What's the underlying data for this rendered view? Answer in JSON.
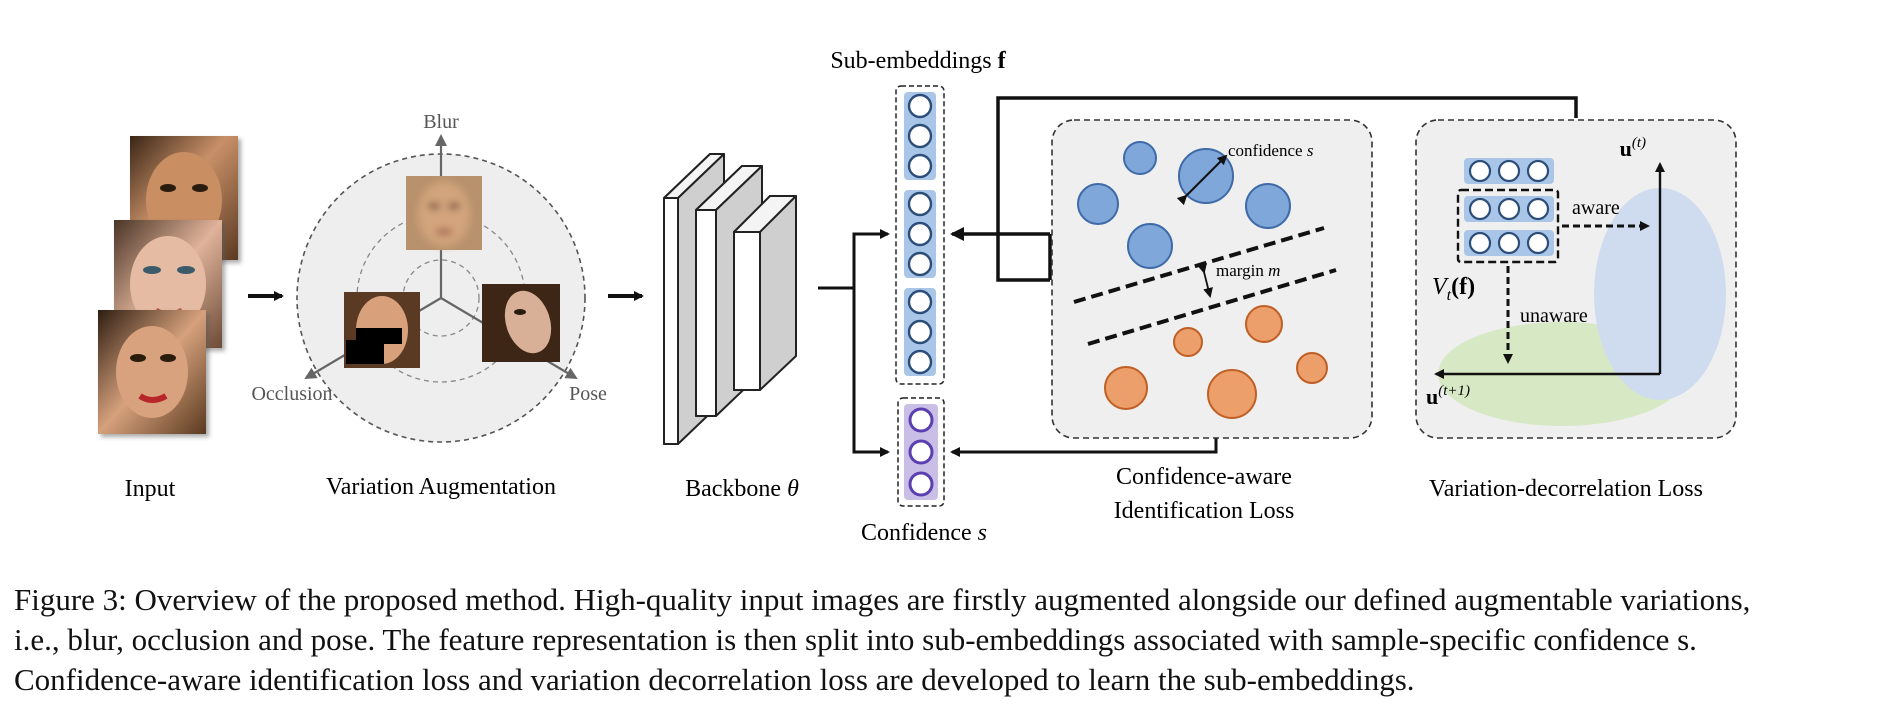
{
  "input": {
    "label": "Input"
  },
  "augmentation": {
    "label": "Variation Augmentation",
    "axis_blur": "Blur",
    "axis_occlusion": "Occlusion",
    "axis_pose": "Pose"
  },
  "backbone": {
    "label": "Backbone",
    "symbol": "θ"
  },
  "embeddings": {
    "label": "Sub-embeddings",
    "symbol": "f"
  },
  "confidence": {
    "label": "Confidence",
    "symbol": "s"
  },
  "identification": {
    "annotation_confidence": "confidence",
    "annotation_confidence_symbol": "s",
    "annotation_margin": "margin",
    "annotation_margin_symbol": "m",
    "label_line1": "Confidence-aware",
    "label_line2": "Identification Loss"
  },
  "decorrelation": {
    "aware": "aware",
    "unaware": "unaware",
    "vt_text": "V",
    "vt_sub": "t",
    "vt_arg": "(f)",
    "u_top": "u",
    "u_top_sup": "(t)",
    "u_bottom": "u",
    "u_bottom_sup": "(t+1)",
    "label": "Variation-decorrelation Loss"
  },
  "colors": {
    "embed_fill": "#a9c6e8",
    "conf_fill": "#c9bfe6",
    "conf_ring": "#5b3fb0",
    "blue_circle": "#7fa7d9",
    "orange_circle": "#ec9e6b",
    "green_ellipse": "#d7e8c4",
    "blue_ellipse": "#cfdcef"
  },
  "caption": {
    "line1": "Figure 3: Overview of the proposed method. High-quality input images are firstly augmented alongside our defined augmentable variations,",
    "line2": "i.e., blur, occlusion and pose. The feature representation is then split into sub-embeddings associated with sample-specific confidence s.",
    "line3": "Confidence-aware identification loss and variation decorrelation loss are developed to learn the sub-embeddings."
  }
}
